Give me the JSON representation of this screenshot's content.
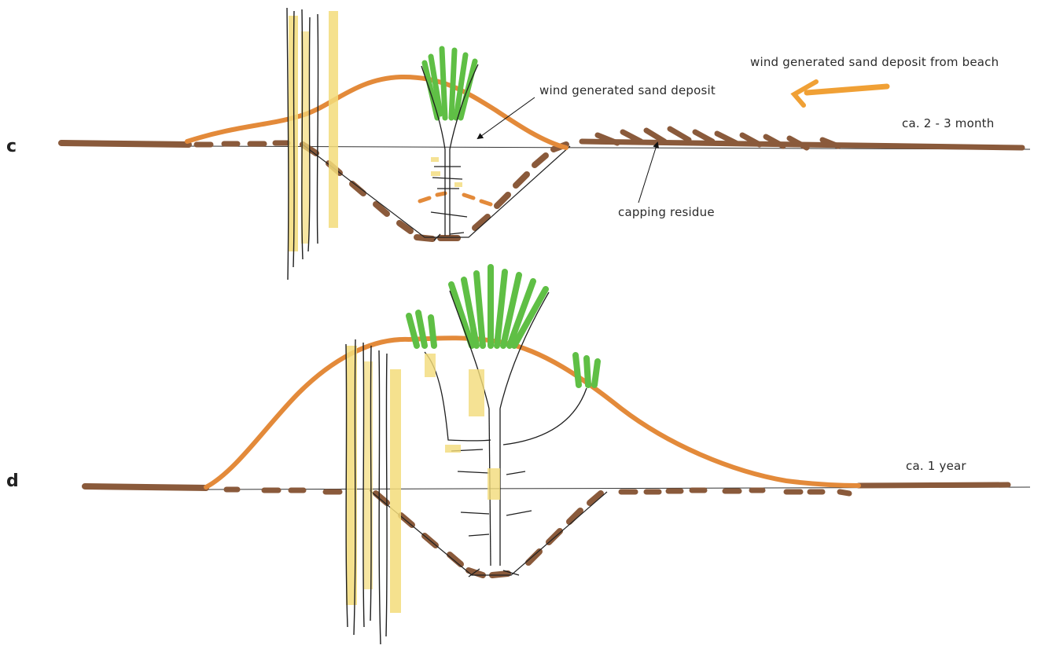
{
  "panels": {
    "c": "c",
    "d": "d"
  },
  "labels": {
    "beach_deposit": "wind generated sand deposit from beach",
    "sand_deposit": "wind generated sand deposit",
    "time_c": "ca. 2 - 3 month",
    "capping_residue": "capping residue",
    "time_d": "ca. 1 year"
  },
  "colors": {
    "sand": "#e38a3a",
    "ground": "#8a5a3b",
    "reed_yellow": "#f3dc7a",
    "grass_green": "#5fbf45",
    "ink": "#1e1e1e"
  }
}
